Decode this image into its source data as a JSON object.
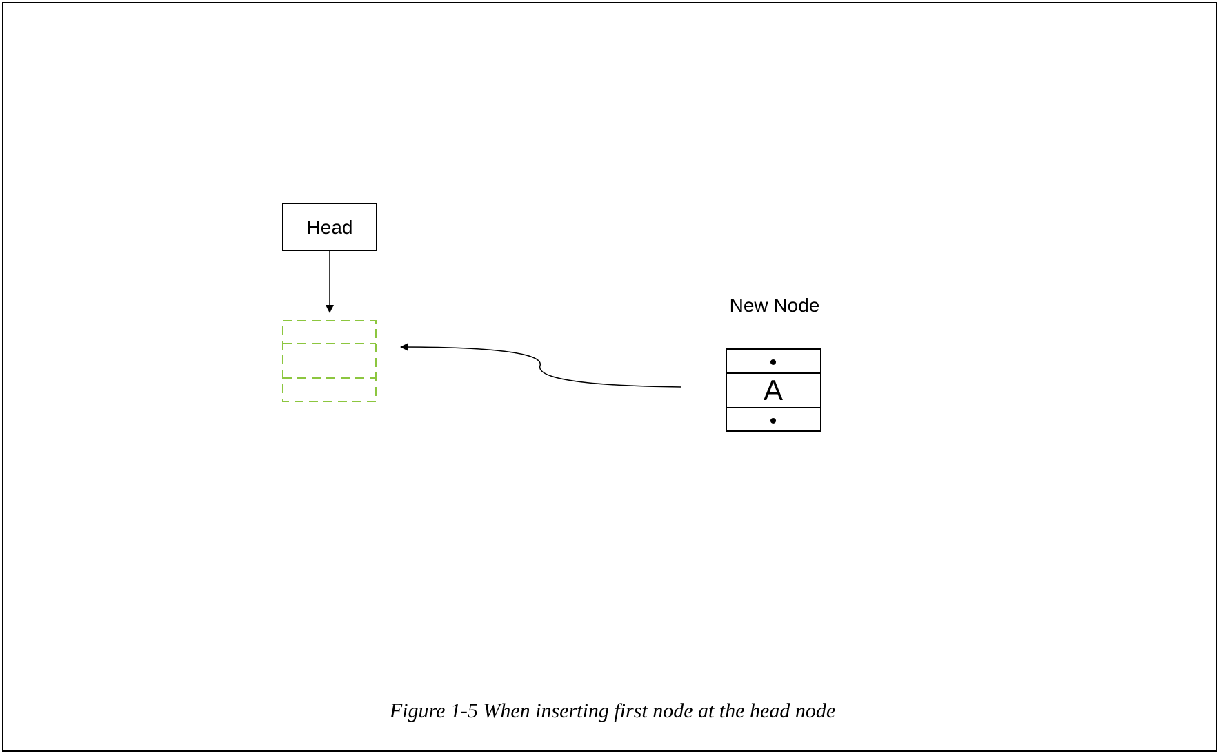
{
  "head": {
    "label": "Head"
  },
  "new_node": {
    "title": "New Node",
    "value": "A",
    "prev_pointer": "•",
    "next_pointer": "•"
  },
  "caption": "Figure 1-5 When inserting first node at the head node",
  "colors": {
    "placeholder_dashed": "#8cc63f",
    "stroke": "#000000"
  }
}
